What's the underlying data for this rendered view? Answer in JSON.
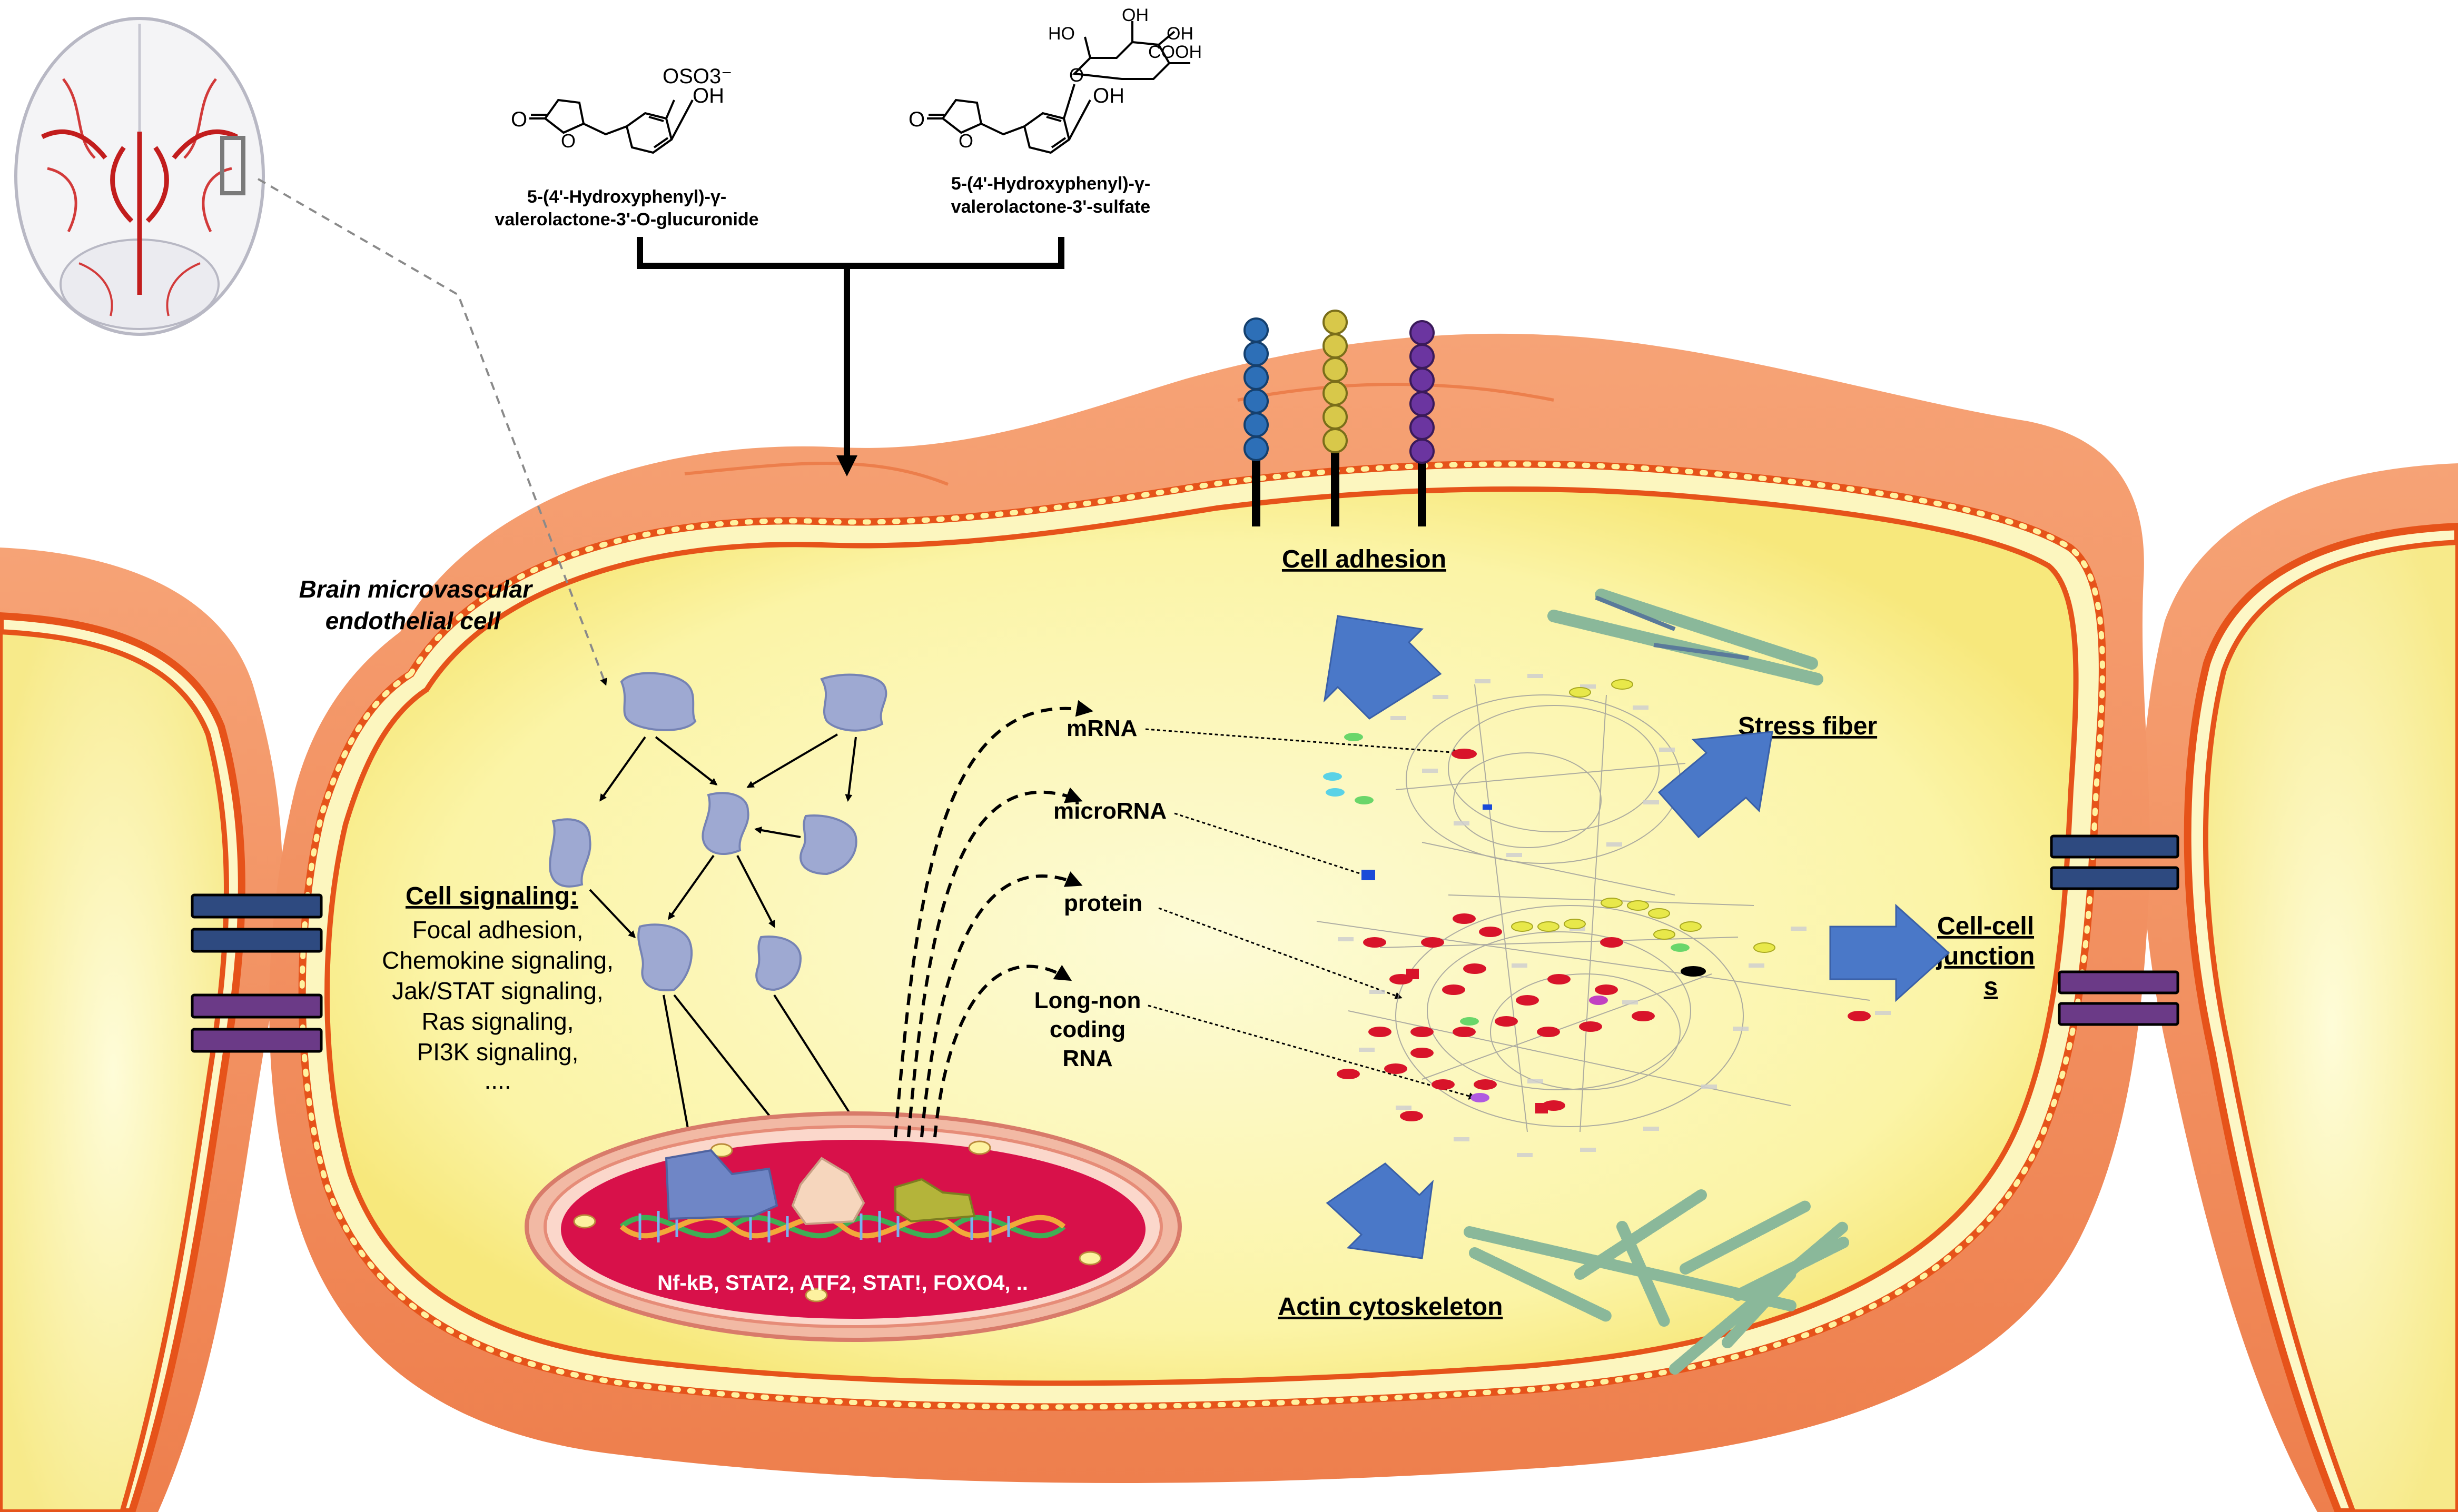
{
  "compounds": [
    {
      "name_line1": "5-(4'-Hydroxyphenyl)-γ-",
      "name_line2": "valerolactone-3'-O-glucuronide",
      "substituent": "OSO3⁻",
      "hydroxyl": "OH"
    },
    {
      "name_line1": "5-(4'-Hydroxyphenyl)-γ-",
      "name_line2": "valerolactone-3'-sulfate",
      "sugar_labels": [
        "HO",
        "OH",
        "OH",
        "O",
        "COOH",
        "OH"
      ],
      "hydroxyl": "OH"
    }
  ],
  "cell_label": {
    "line1": "Brain microvascular",
    "line2": "endothelial cell"
  },
  "cell_signaling": {
    "title": "Cell signaling:",
    "items": [
      "Focal adhesion,",
      "Chemokine signaling,",
      "Jak/STAT signaling,",
      "Ras signaling,",
      "PI3K signaling,",
      "...."
    ]
  },
  "molecules": {
    "mrna": "mRNA",
    "microrna": "microRNA",
    "protein": "protein",
    "lncrna_line1": "Long-non",
    "lncrna_line2": "coding",
    "lncrna_line3": "RNA"
  },
  "transcription_factors": "Nf-kB, STAT2, ATF2, STAT!, FOXO4, ..",
  "outcomes": {
    "cell_adhesion": "Cell adhesion",
    "stress_fiber": "Stress fiber",
    "junctions_line1": "Cell-cell",
    "junctions_line2": "junction",
    "junctions_line3": "s",
    "actin": "Actin cytoskeleton"
  },
  "colors": {
    "outer_membrane": "#f49a6c",
    "cytoplasm": "#fbf7b8",
    "membrane_dot": "#fff2a0",
    "membrane_line": "#e6531a",
    "signaling_protein": "#9ea9d2",
    "nucleus": "#d8114a",
    "arrow_blue": "#4a78c8",
    "junction_blue": "#2e4a80",
    "junction_purple": "#6b3a87",
    "integrin_blue": "#2d6fb7",
    "integrin_yellow": "#d8c84a",
    "integrin_purple": "#6b35a0",
    "filament": "#8ab89a"
  },
  "icons": [
    "brain-icon",
    "signaling-protein-icon",
    "dna-icon",
    "integrin-icon",
    "network-icon",
    "filament-icon"
  ]
}
